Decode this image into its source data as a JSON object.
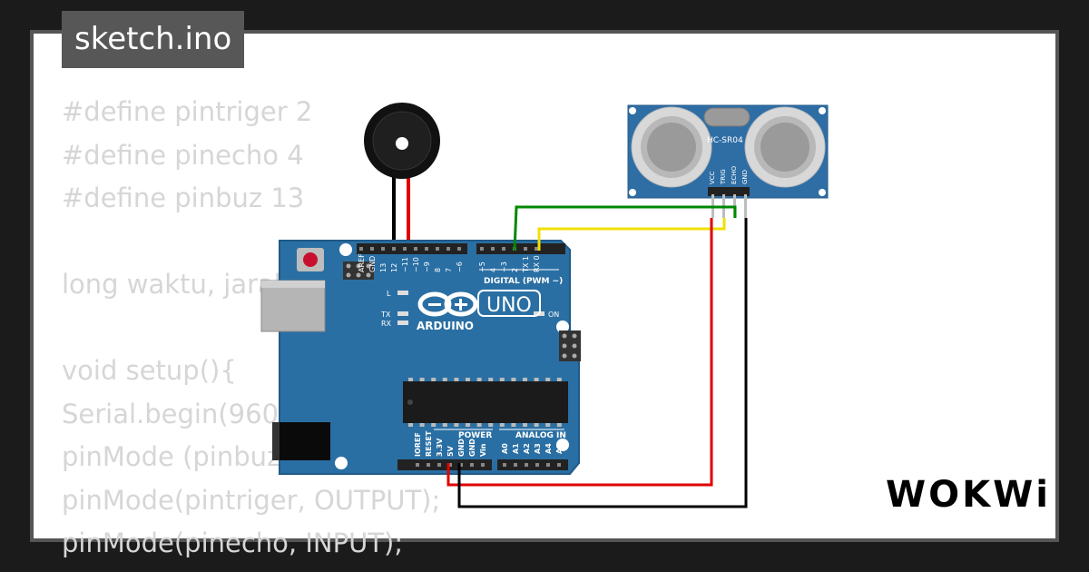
{
  "file": {
    "name": "sketch.ino"
  },
  "code": {
    "lines": [
      "#define pintriger 2",
      "#define pinecho 4",
      "#define pinbuz 13",
      "",
      "long waktu, jarak;",
      "",
      "void setup(){",
      "Serial.begin(9600);",
      "pinMode (pinbuz, OUTPUT);",
      "pinMode(pintriger, OUTPUT);",
      "pinMode(pinecho, INPUT);"
    ]
  },
  "arduino": {
    "brand": "ARDUINO",
    "model": "UNO",
    "digital_label": "DIGITAL (PWM ~)",
    "power_label": "POWER",
    "analog_label": "ANALOG IN",
    "top_pins": [
      "AREF",
      "GND",
      "13",
      "12",
      "~11",
      "~10",
      "~9",
      "8",
      "7",
      "~6",
      "~5",
      "4",
      "~3",
      "2",
      "TX 1",
      "RX 0"
    ],
    "power_pins": [
      "IOREF",
      "RESET",
      "3.3V",
      "5V",
      "GND",
      "GND",
      "Vin"
    ],
    "analog_pins": [
      "A0",
      "A1",
      "A2",
      "A3",
      "A4",
      "A5"
    ],
    "led_labels": {
      "l": "L",
      "tx": "TX",
      "rx": "RX",
      "on": "ON"
    }
  },
  "sensor": {
    "model": "HC-SR04",
    "pins": [
      "VCC",
      "TRIG",
      "ECHO",
      "GND"
    ]
  },
  "wires": {
    "red": "#e00000",
    "black": "#000000",
    "green": "#008800",
    "yellow": "#f0e000"
  },
  "colors": {
    "board": "#2a6fa3",
    "board_edge": "#1f5a87",
    "sensor": "#2f6ea5"
  },
  "brand": {
    "logo": "WOKWi"
  }
}
